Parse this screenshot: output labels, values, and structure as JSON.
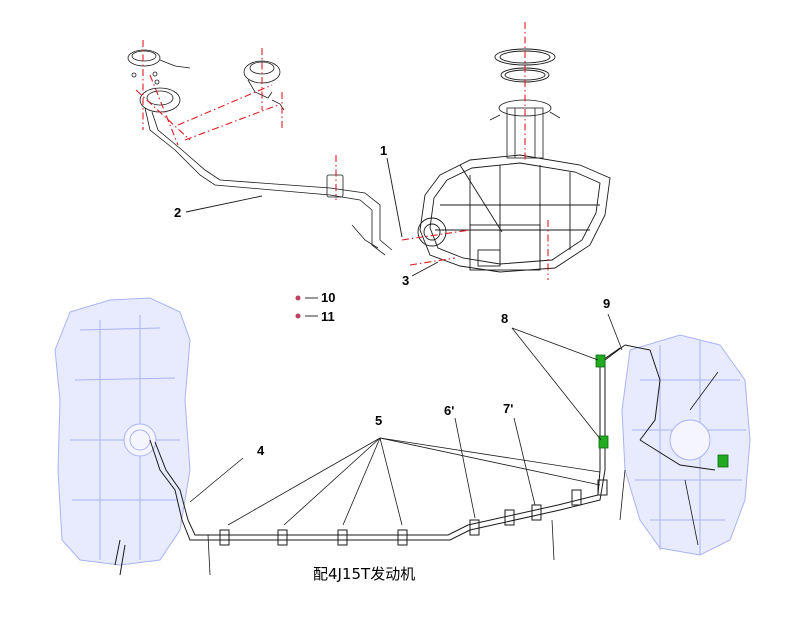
{
  "callouts": {
    "c1": "1",
    "c2": "2",
    "c3": "3",
    "c4": "4",
    "c5": "5",
    "c6": "6ʹ",
    "c7": "7ʹ",
    "c8": "8",
    "c9": "9",
    "c10": "10",
    "c11": "11"
  },
  "caption": "配4J15T发动机",
  "colors": {
    "line": "#1a1a1a",
    "centerline": "#e01c24",
    "ghost": "#aab4f2",
    "ghost_fill": "#e8ebfd",
    "connector": "#22aa22"
  }
}
